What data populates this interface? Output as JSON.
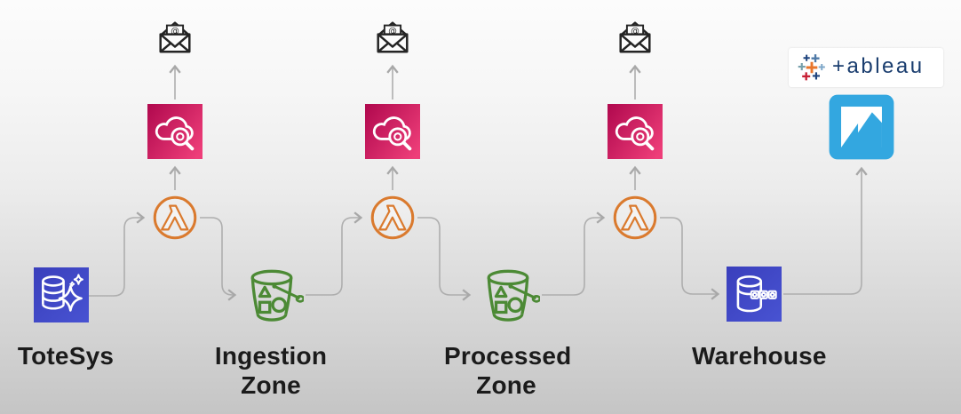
{
  "diagram": {
    "title": "ETL data pipeline with monitoring and alerting",
    "nodes": {
      "totesys": {
        "label": "ToteSys",
        "icon": "database-sparkle-icon"
      },
      "ingestion_zone": {
        "label": "Ingestion\nZone",
        "icon": "s3-bucket-icon"
      },
      "processed_zone": {
        "label": "Processed\nZone",
        "icon": "s3-bucket-icon"
      },
      "warehouse": {
        "label": "Warehouse",
        "icon": "database-instances-icon"
      },
      "tableau": {
        "label": "",
        "icon": "tableau-app-icon"
      },
      "lambdas": [
        "lambda-icon-1",
        "lambda-icon-2",
        "lambda-icon-3"
      ],
      "cloudwatch": [
        "cloudwatch-icon-1",
        "cloudwatch-icon-2",
        "cloudwatch-icon-3"
      ],
      "emails": [
        "email-notification-icon-1",
        "email-notification-icon-2",
        "email-notification-icon-3"
      ]
    },
    "edges": [
      {
        "from": "totesys",
        "to": "lambda-1"
      },
      {
        "from": "lambda-1",
        "to": "ingestion_zone"
      },
      {
        "from": "lambda-1",
        "to": "cloudwatch-1"
      },
      {
        "from": "cloudwatch-1",
        "to": "email-1"
      },
      {
        "from": "ingestion_zone",
        "to": "lambda-2"
      },
      {
        "from": "lambda-2",
        "to": "processed_zone"
      },
      {
        "from": "lambda-2",
        "to": "cloudwatch-2"
      },
      {
        "from": "cloudwatch-2",
        "to": "email-2"
      },
      {
        "from": "processed_zone",
        "to": "lambda-3"
      },
      {
        "from": "lambda-3",
        "to": "warehouse"
      },
      {
        "from": "lambda-3",
        "to": "cloudwatch-3"
      },
      {
        "from": "cloudwatch-3",
        "to": "email-3"
      },
      {
        "from": "warehouse",
        "to": "tableau"
      }
    ],
    "colors": {
      "database_blue_start": "#3a3fbc",
      "database_blue_end": "#4853d2",
      "cloudwatch_pink_start": "#b30b50",
      "cloudwatch_pink_end": "#ee3e79",
      "lambda_orange": "#da7a2e",
      "bucket_green": "#4c8a35",
      "tableau_blue": "#33a7e0",
      "arrow_gray": "#aeaeae",
      "email_dark": "#242424",
      "label_color": "#1b1b1b"
    }
  },
  "tableau_logo": {
    "wordmark": "+ableau",
    "wordmark_color": "#1b3e6f",
    "cluster_colors": [
      "#e8762d",
      "#1f447e",
      "#4e79a7",
      "#76a0ac",
      "#7fa8c9",
      "#c72035"
    ]
  }
}
